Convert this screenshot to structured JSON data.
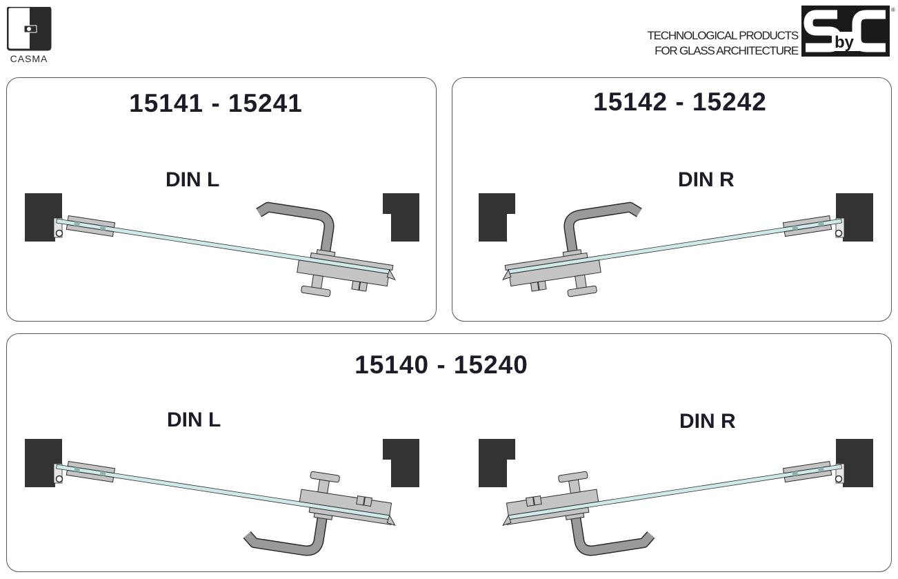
{
  "header": {
    "left_logo": {
      "text": "CASMA",
      "icon": "casma-door-logo"
    },
    "tagline": [
      "TECHNOLOGICAL PRODUCTS",
      "FOR GLASS ARCHITECTURE"
    ],
    "right_logo": {
      "text": "SbyC",
      "registered": "®"
    }
  },
  "panels": [
    {
      "code": "15141 - 15241",
      "drawings": [
        {
          "label": "DIN L",
          "mirror": false,
          "handle_down": false
        }
      ]
    },
    {
      "code": "15142 - 15242",
      "drawings": [
        {
          "label": "DIN R",
          "mirror": true,
          "handle_down": false
        }
      ]
    },
    {
      "code": "15140 - 15240",
      "drawings": [
        {
          "label": "DIN L",
          "mirror": false,
          "handle_down": true
        },
        {
          "label": "DIN R",
          "mirror": true,
          "handle_down": true
        }
      ]
    }
  ],
  "colors": {
    "wall": "#333333",
    "glass": "#cfe9e8",
    "metal": "#c4c4c4",
    "outline": "#2a2a2a"
  }
}
